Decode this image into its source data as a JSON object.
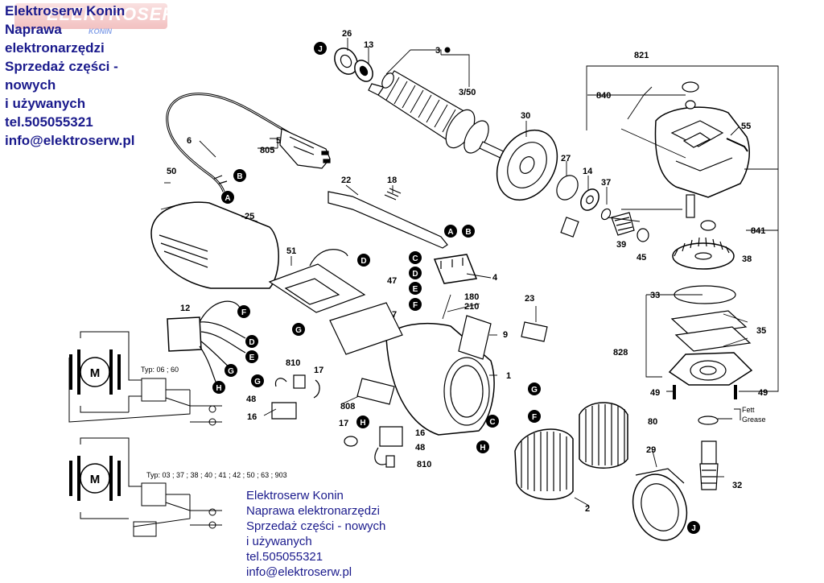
{
  "header": {
    "lines": [
      "Elektroserw Konin",
      "Naprawa",
      "elektronarzędzi",
      "Sprzedaż części -",
      "nowych",
      "i używanych",
      "tel.505055321",
      "info@elektroserw.pl"
    ],
    "logo_text": "ELEKTROSERW",
    "logo_sub": "KONIN"
  },
  "footer": {
    "lines": [
      "Elektroserw Konin",
      "Naprawa elektronarzędzi",
      "Sprzedaż części - nowych",
      "i używanych",
      "tel.505055321",
      "info@elektroserw.pl"
    ]
  },
  "parts": {
    "p26": "26",
    "p13": "13",
    "p3": "3",
    "p3_50": "3/50",
    "p821": "821",
    "p840": "840",
    "p55": "55",
    "p30": "30",
    "p27": "27",
    "p14": "14",
    "p37": "37",
    "p6": "6",
    "p5": "5",
    "p805": "805",
    "p50": "50",
    "p22": "22",
    "p18": "18",
    "p25": "25",
    "p51": "51",
    "p47": "47",
    "p4": "4",
    "p7": "7",
    "p180": "180",
    "p210": "210",
    "p23": "23",
    "p9": "9",
    "p12": "12",
    "p810a": "810",
    "p17a": "17",
    "p48a": "48",
    "p16a": "16",
    "p808": "808",
    "p1": "1",
    "p17b": "17",
    "p16b": "16",
    "p48b": "48",
    "p810b": "810",
    "p2": "2",
    "p29": "29",
    "p32": "32",
    "p80": "80",
    "p49a": "49",
    "p49b": "49",
    "p828": "828",
    "p35": "35",
    "p33": "33",
    "p38": "38",
    "p841": "841",
    "p39": "39",
    "p45": "45"
  },
  "connectors": {
    "A": "A",
    "B": "B",
    "C": "C",
    "D": "D",
    "E": "E",
    "F": "F",
    "G": "G",
    "H": "H",
    "J": "J"
  },
  "notes": {
    "grease_1": "Fett",
    "grease_2": "Grease",
    "typ1": "Typ: 06 ; 60",
    "typ2": "Typ: 03 ; 37 ; 38 ; 40 ; 41 ; 42 ; 50 ; 63 ; 903",
    "motor": "M"
  }
}
